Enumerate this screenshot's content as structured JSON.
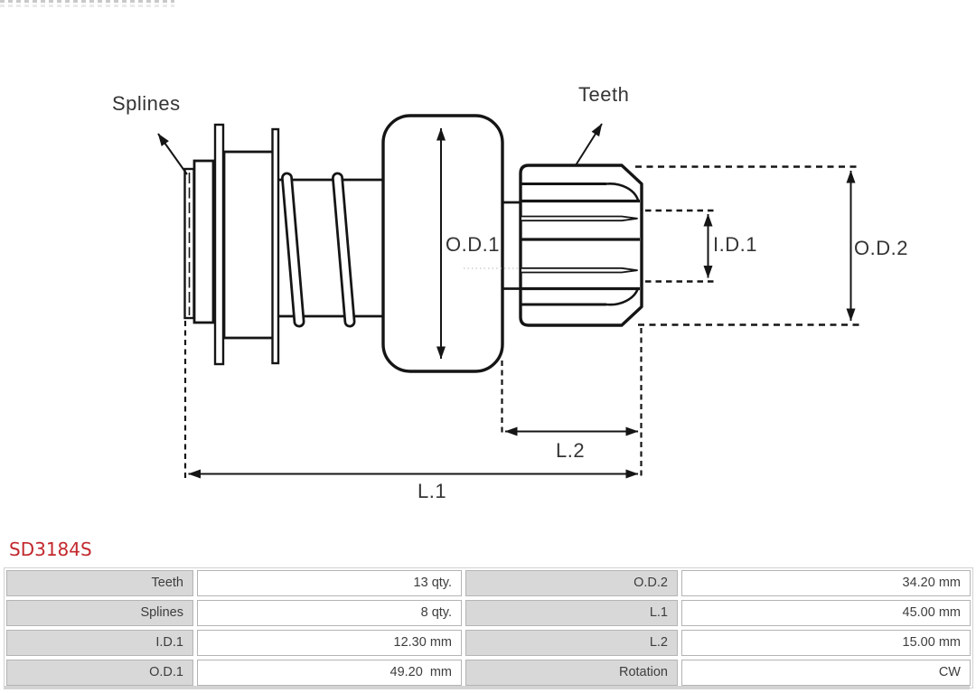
{
  "page": {
    "part_number": "SD3184S",
    "accent_color": "#c2282d",
    "drawing_stroke_color": "#151515"
  },
  "diagram": {
    "labels": {
      "splines": "Splines",
      "teeth": "Teeth",
      "od1": "O.D.1",
      "id1": "I.D.1",
      "od2": "O.D.2",
      "l2": "L.2",
      "l1": "L.1"
    }
  },
  "spec_table": {
    "colors": {
      "label_bg": "#d8d8d8",
      "cell_border": "#b4b4b4",
      "text": "#3d3d3d"
    },
    "rows": [
      {
        "label_left": "Teeth",
        "value_left": "13 qty.",
        "label_right": "O.D.2",
        "value_right": "34.20 mm"
      },
      {
        "label_left": "Splines",
        "value_left": "8 qty.",
        "label_right": "L.1",
        "value_right": "45.00 mm"
      },
      {
        "label_left": "I.D.1",
        "value_left": "12.30 mm",
        "label_right": "L.2",
        "value_right": "15.00 mm"
      },
      {
        "label_left": "O.D.1",
        "value_left": "49.20  mm",
        "label_right": "Rotation",
        "value_right": "CW"
      }
    ]
  }
}
